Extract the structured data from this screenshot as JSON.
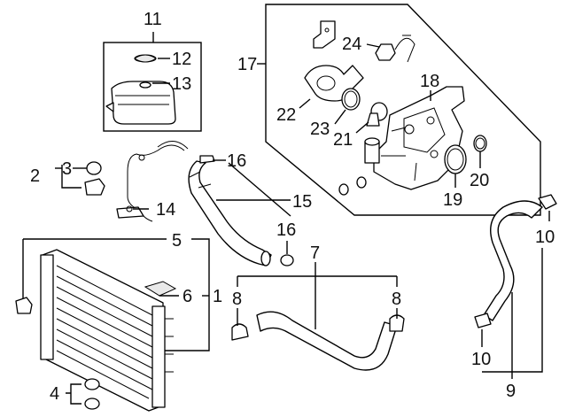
{
  "figure": {
    "callouts": [
      {
        "key": "c11",
        "text": "11"
      },
      {
        "key": "c12",
        "text": "12"
      },
      {
        "key": "c13",
        "text": "13"
      },
      {
        "key": "c17",
        "text": "17"
      },
      {
        "key": "c24",
        "text": "24"
      },
      {
        "key": "c18",
        "text": "18"
      },
      {
        "key": "c22",
        "text": "22"
      },
      {
        "key": "c23",
        "text": "23"
      },
      {
        "key": "c21",
        "text": "21"
      },
      {
        "key": "c19",
        "text": "19"
      },
      {
        "key": "c20",
        "text": "20"
      },
      {
        "key": "c2",
        "text": "2"
      },
      {
        "key": "c3",
        "text": "3"
      },
      {
        "key": "c14",
        "text": "14"
      },
      {
        "key": "c16a",
        "text": "16"
      },
      {
        "key": "c15",
        "text": "15"
      },
      {
        "key": "c16b",
        "text": "16"
      },
      {
        "key": "c5",
        "text": "5"
      },
      {
        "key": "c6",
        "text": "6"
      },
      {
        "key": "c1",
        "text": "1"
      },
      {
        "key": "c7",
        "text": "7"
      },
      {
        "key": "c8a",
        "text": "8"
      },
      {
        "key": "c8b",
        "text": "8"
      },
      {
        "key": "c4",
        "text": "4"
      },
      {
        "key": "c10a",
        "text": "10"
      },
      {
        "key": "c10b",
        "text": "10"
      },
      {
        "key": "c9",
        "text": "9"
      }
    ]
  },
  "colors": {
    "ink": "#000000",
    "background": "#ffffff",
    "shade": "#e9e9e9"
  }
}
